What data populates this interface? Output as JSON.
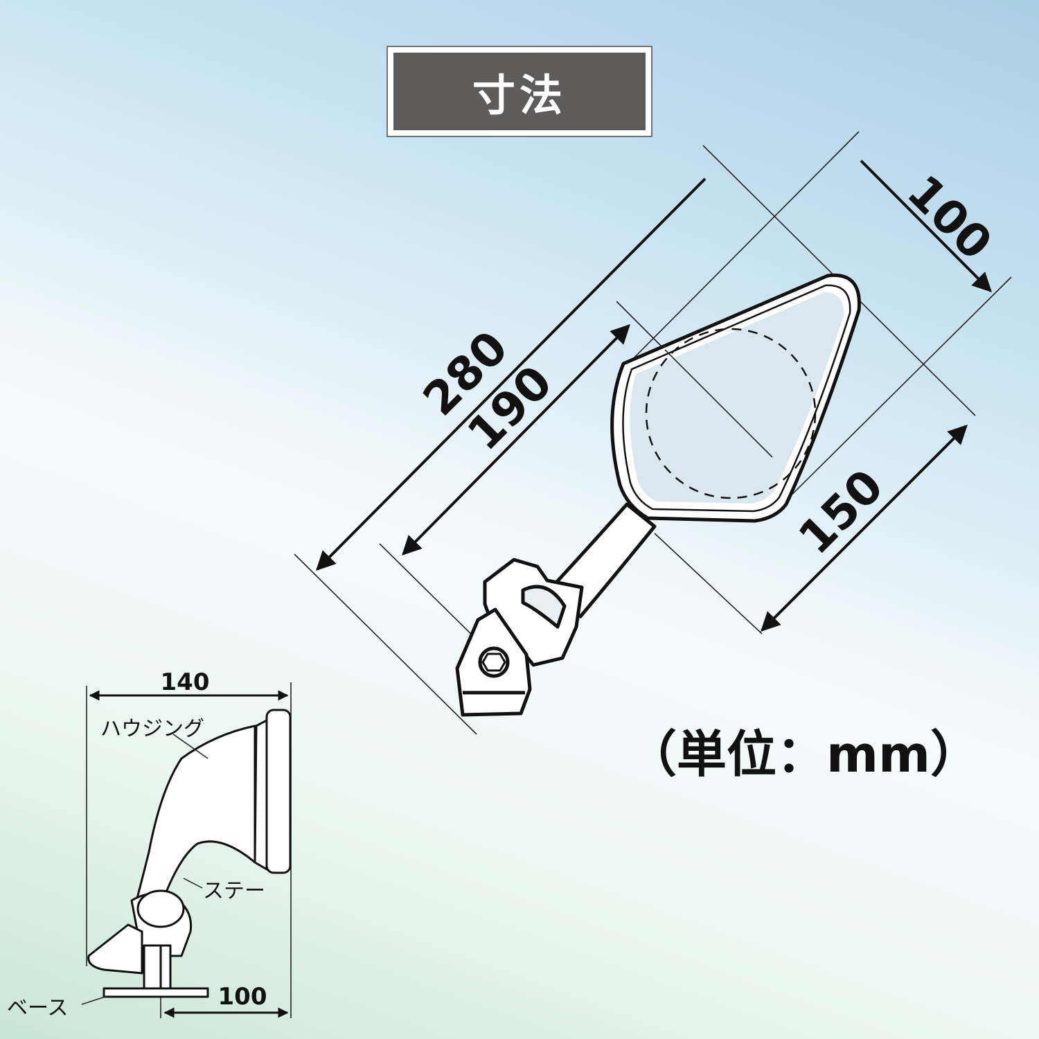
{
  "title": "寸法",
  "unit_note": "（単位：mm）",
  "main_view": {
    "dimensions": {
      "total_length": "280",
      "housing_length": "190",
      "mirror_width": "100",
      "mirror_height": "150"
    }
  },
  "side_view": {
    "dimensions": {
      "width": "140",
      "base": "100"
    },
    "labels": {
      "housing": "ハウジング",
      "stay": "ステー",
      "base": "ベース"
    }
  }
}
